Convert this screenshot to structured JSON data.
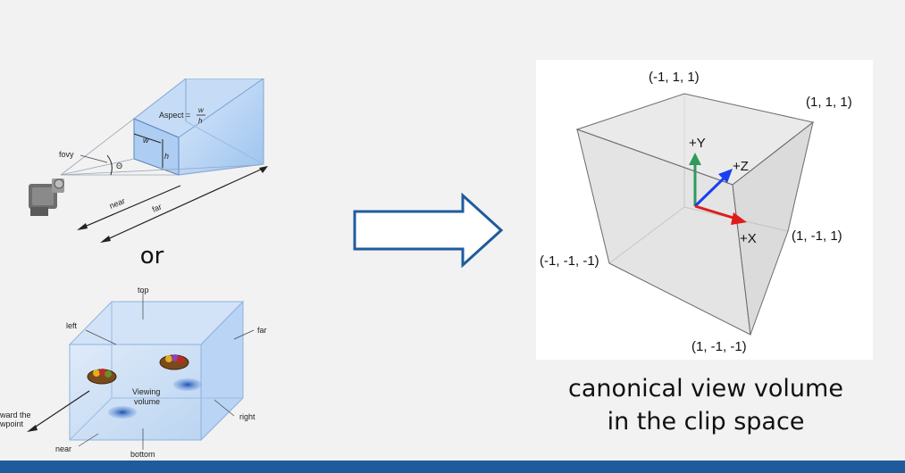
{
  "perspective": {
    "fovy_label": "fovy",
    "theta_label": "Θ",
    "w_label": "w",
    "h_label": "h",
    "aspect_label": "Aspect =",
    "aspect_num": "w",
    "aspect_den": "h",
    "near_label": "near",
    "far_label": "far"
  },
  "or_label": "or",
  "ortho": {
    "top_label": "top",
    "left_label": "left",
    "far_label": "far",
    "right_label": "right",
    "bottom_label": "bottom",
    "near_label": "near",
    "viewing_label_1": "Viewing",
    "viewing_label_2": "volume",
    "viewpoint_label_1": "ward the",
    "viewpoint_label_2": "wpoint"
  },
  "cube": {
    "v_top_back": "(-1, 1, 1)",
    "v_top_right": "(1, 1, 1)",
    "v_left": "(-1, -1, -1)",
    "v_right": "(1, -1, 1)",
    "v_bottom": "(1, -1, -1)",
    "axis_y": "+Y",
    "axis_z": "+Z",
    "axis_x": "+X",
    "color_y": "#2e9b5a",
    "color_z": "#1a3ff0",
    "color_x": "#e01b1b"
  },
  "caption": {
    "line1": "canonical view volume",
    "line2": "in the clip space"
  },
  "arrow_color": "#1f5b9c"
}
